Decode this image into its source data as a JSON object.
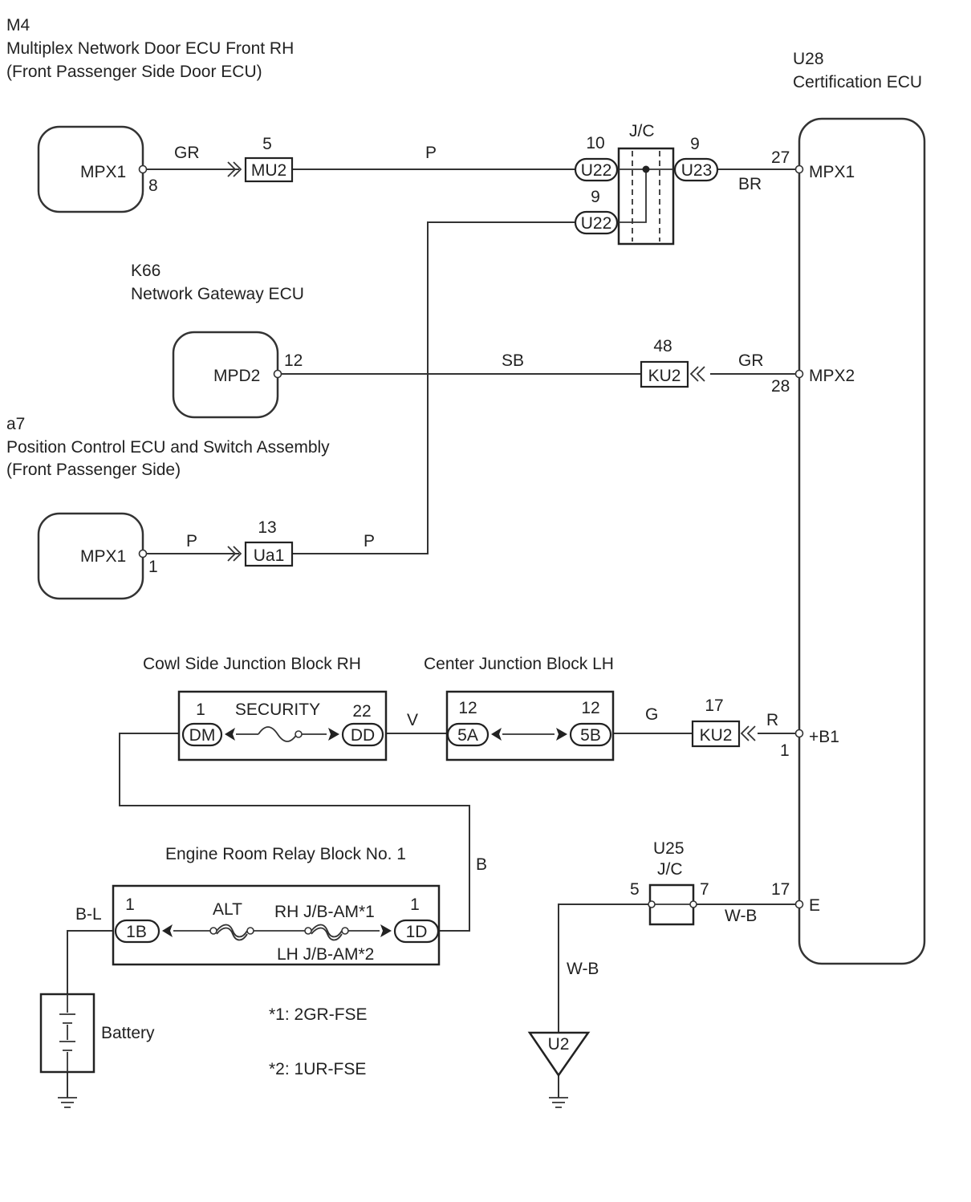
{
  "components": {
    "m4": {
      "code": "M4",
      "name": "Multiplex Network Door ECU Front RH",
      "sub": "(Front Passenger Side Door ECU)",
      "terminal": "MPX1",
      "pin": "8"
    },
    "u28": {
      "code": "U28",
      "name": "Certification ECU",
      "terminals": {
        "mpx1": "MPX1",
        "mpx2": "MPX2",
        "b1": "+B1",
        "e": "E"
      },
      "pins": {
        "mpx1": "27",
        "mpx2": "28",
        "b1": "1",
        "e": "17"
      }
    },
    "k66": {
      "code": "K66",
      "name": "Network Gateway ECU",
      "terminal": "MPD2",
      "pin": "12"
    },
    "a7": {
      "code": "a7",
      "name": "Position Control ECU and Switch Assembly",
      "sub": "(Front Passenger Side)",
      "terminal": "MPX1",
      "pin": "1"
    },
    "cowl": {
      "title": "Cowl Side Junction Block RH",
      "fuse": "SECURITY",
      "left": {
        "pin": "1",
        "conn": "DM"
      },
      "right": {
        "pin": "22",
        "conn": "DD"
      }
    },
    "center": {
      "title": "Center Junction Block LH",
      "left": {
        "pin": "12",
        "conn": "5A"
      },
      "right": {
        "pin": "12",
        "conn": "5B"
      }
    },
    "engine": {
      "title": "Engine Room Relay Block No. 1",
      "fuse1": "ALT",
      "fuse2_a": "RH J/B-AM*1",
      "fuse2_b": "LH J/B-AM*2",
      "left": {
        "pin": "1",
        "conn": "1B"
      },
      "right": {
        "pin": "1",
        "conn": "1D"
      }
    },
    "u25": {
      "code": "U25",
      "name": "J/C",
      "pin_left": "5",
      "pin_right": "7"
    },
    "jc": {
      "name": "J/C",
      "top_left": {
        "pin": "10",
        "conn": "U22"
      },
      "bottom_left": {
        "pin": "9",
        "conn": "U22"
      },
      "right": {
        "pin": "9",
        "conn": "U23"
      }
    },
    "battery": {
      "label": "Battery"
    },
    "ground": {
      "label": "U2"
    }
  },
  "connectors": {
    "mu2": {
      "pin": "5",
      "label": "MU2"
    },
    "ua1": {
      "pin": "13",
      "label": "Ua1"
    },
    "ku2_top": {
      "pin": "48",
      "label": "KU2"
    },
    "ku2_bottom": {
      "pin": "17",
      "label": "KU2"
    }
  },
  "wires": {
    "gr1": "GR",
    "p1": "P",
    "br": "BR",
    "sb": "SB",
    "gr2": "GR",
    "p2": "P",
    "p3": "P",
    "v": "V",
    "g": "G",
    "r": "R",
    "b": "B",
    "bl": "B-L",
    "wb1": "W-B",
    "wb2": "W-B"
  },
  "notes": {
    "n1": "*1: 2GR-FSE",
    "n2": "*2: 1UR-FSE"
  }
}
